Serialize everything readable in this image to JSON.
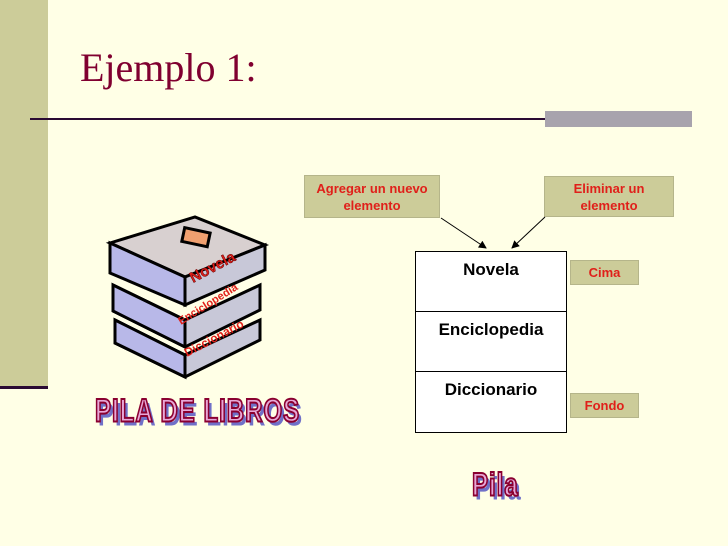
{
  "title": "Ejemplo 1:",
  "labels": {
    "push": "Agregar un nuevo elemento",
    "pop": "Eliminar un elemento",
    "top": "Cima",
    "bottom": "Fondo"
  },
  "stack": [
    "Novela",
    "Enciclopedia",
    "Diccionario"
  ],
  "books": [
    "Novela",
    "Enciclopedia",
    "Diccionario"
  ],
  "caption_books": "PILA DE LIBROS",
  "caption_stack": "Pila"
}
